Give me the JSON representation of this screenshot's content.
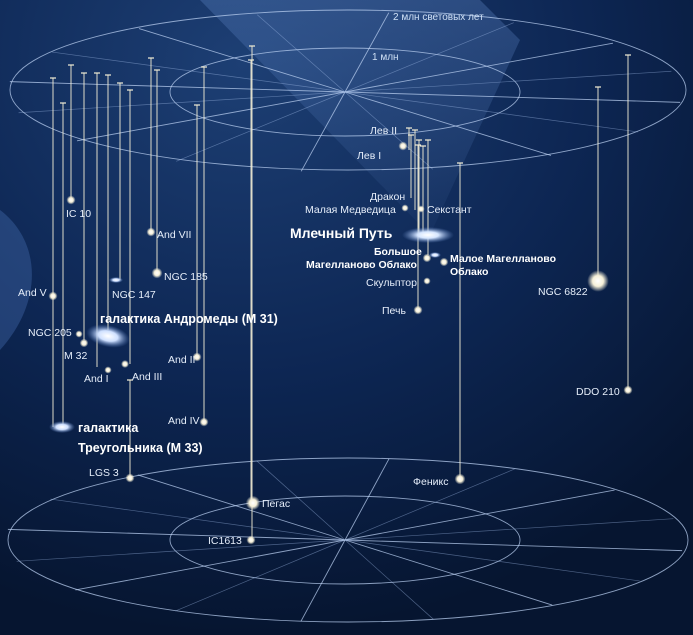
{
  "scale": {
    "outer": "2 млн световых лет",
    "inner": "1 млн"
  },
  "galaxies": {
    "milky_way": "Млечный Путь",
    "andromeda": "галактика Андромеды (М 31)",
    "triangulum_1": "галактика",
    "triangulum_2": "Треугольника (М 33)",
    "lmc_1": "Большое",
    "lmc_2": "Магелланово Облако",
    "smc_1": "Малое Магелланово",
    "smc_2": "Облако",
    "leo_ii": "Лев II",
    "leo_i": "Лев I",
    "draco": "Дракон",
    "ursa_minor": "Малая Медведица",
    "sextans": "Секстант",
    "sculptor": "Скульптор",
    "fornax": "Печь",
    "phoenix": "Феникс",
    "ngc6822": "NGC 6822",
    "ddo210": "DDO 210",
    "ic10": "IC 10",
    "and_vii": "And VII",
    "ngc185": "NGC 185",
    "ngc147": "NGC 147",
    "and_v": "And V",
    "ngc205": "NGC 205",
    "m32": "М 32",
    "and_i": "And I",
    "and_iii": "And III",
    "and_ii": "And II",
    "and_iv": "And IV",
    "lgs3": "LGS 3",
    "pegasus": "Пегас",
    "ic1613": "IC1613"
  },
  "colors": {
    "background": "#081a3a",
    "grid": "#b9cff0",
    "stem": "#f4efd6",
    "label": "#e6eefa"
  }
}
